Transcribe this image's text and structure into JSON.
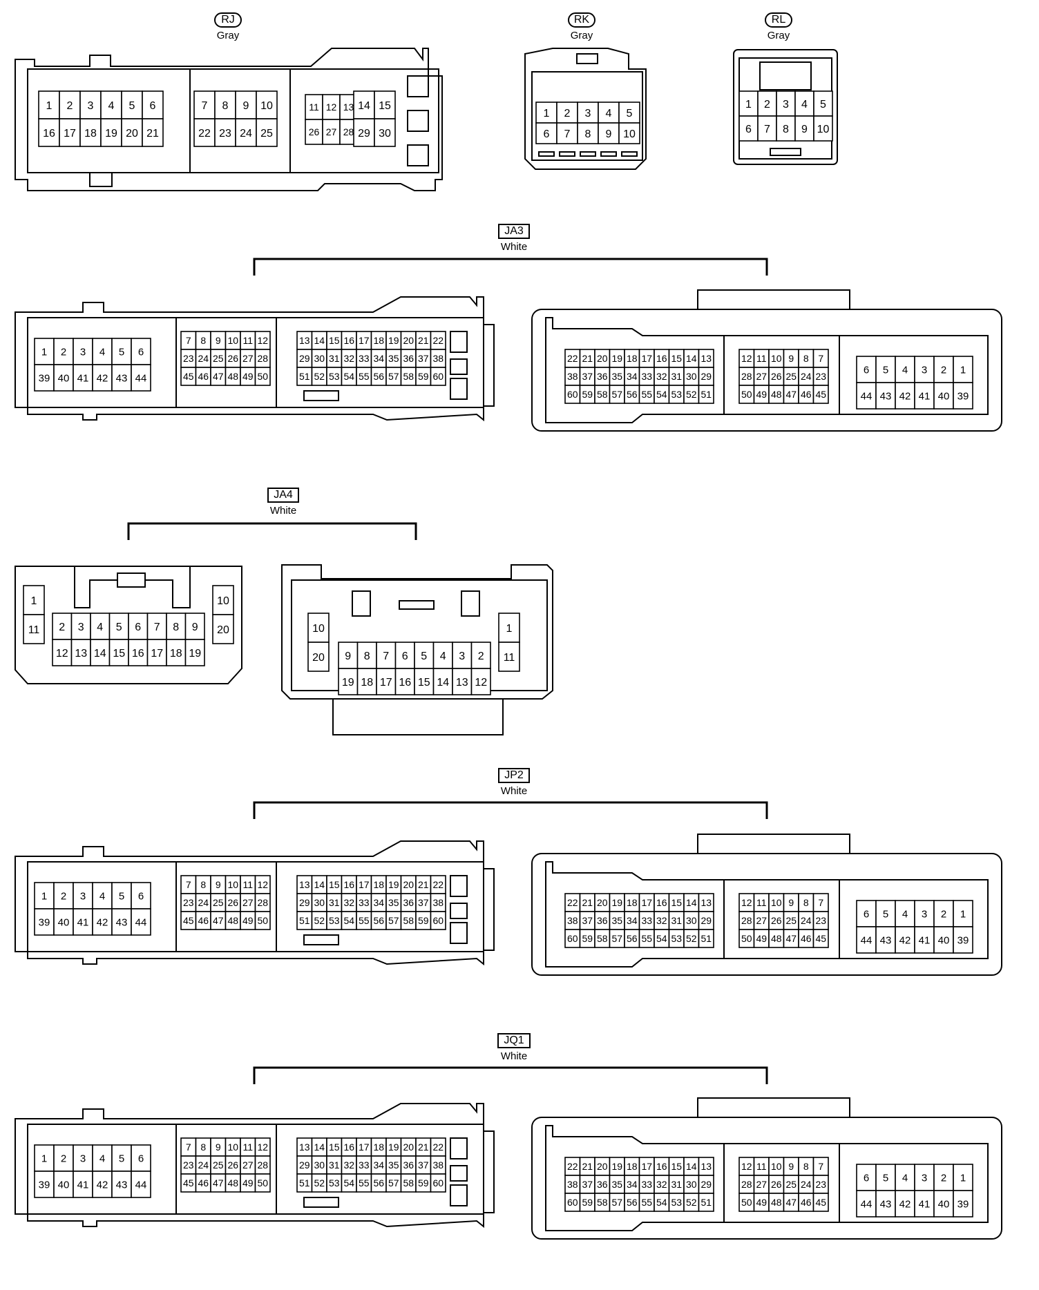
{
  "connectors": [
    {
      "id": "rj",
      "code": "RJ",
      "color": "Gray",
      "round": true
    },
    {
      "id": "rk",
      "code": "RK",
      "color": "Gray",
      "round": true
    },
    {
      "id": "rl",
      "code": "RL",
      "color": "Gray",
      "round": true
    },
    {
      "id": "ja3",
      "code": "JA3",
      "color": "White",
      "round": false
    },
    {
      "id": "ja4",
      "code": "JA4",
      "color": "White",
      "round": false
    },
    {
      "id": "jp2",
      "code": "JP2",
      "color": "White",
      "round": false
    },
    {
      "id": "jq1",
      "code": "JQ1",
      "color": "White",
      "round": false
    }
  ],
  "pin_groups": {
    "rj_a": [
      [
        "1",
        "2",
        "3",
        "4",
        "5",
        "6"
      ],
      [
        "16",
        "17",
        "18",
        "19",
        "20",
        "21"
      ]
    ],
    "rj_b": [
      [
        "7",
        "8",
        "9",
        "10"
      ],
      [
        "22",
        "23",
        "24",
        "25"
      ]
    ],
    "rj_c": [
      [
        "11",
        "12",
        "13"
      ],
      [
        "26",
        "27",
        "28"
      ]
    ],
    "rj_d": [
      [
        "14",
        "15"
      ],
      [
        "29",
        "30"
      ]
    ],
    "rk": [
      [
        "1",
        "2",
        "3",
        "4",
        "5"
      ],
      [
        "6",
        "7",
        "8",
        "9",
        "10"
      ]
    ],
    "rl": [
      [
        "1",
        "2",
        "3",
        "4",
        "5"
      ],
      [
        "6",
        "7",
        "8",
        "9",
        "10"
      ]
    ],
    "male_a": [
      [
        "1",
        "2",
        "3",
        "4",
        "5",
        "6"
      ],
      [
        "39",
        "40",
        "41",
        "42",
        "43",
        "44"
      ]
    ],
    "male_b": [
      [
        "7",
        "8",
        "9",
        "10",
        "11",
        "12"
      ],
      [
        "23",
        "24",
        "25",
        "26",
        "27",
        "28"
      ],
      [
        "45",
        "46",
        "47",
        "48",
        "49",
        "50"
      ]
    ],
    "male_c": [
      [
        "13",
        "14",
        "15",
        "16",
        "17",
        "18",
        "19",
        "20",
        "21",
        "22"
      ],
      [
        "29",
        "30",
        "31",
        "32",
        "33",
        "34",
        "35",
        "36",
        "37",
        "38"
      ],
      [
        "51",
        "52",
        "53",
        "54",
        "55",
        "56",
        "57",
        "58",
        "59",
        "60"
      ]
    ],
    "female_a": [
      [
        "22",
        "21",
        "20",
        "19",
        "18",
        "17",
        "16",
        "15",
        "14",
        "13"
      ],
      [
        "38",
        "37",
        "36",
        "35",
        "34",
        "33",
        "32",
        "31",
        "30",
        "29"
      ],
      [
        "60",
        "59",
        "58",
        "57",
        "56",
        "55",
        "54",
        "53",
        "52",
        "51"
      ]
    ],
    "female_b": [
      [
        "12",
        "11",
        "10",
        "9",
        "8",
        "7"
      ],
      [
        "28",
        "27",
        "26",
        "25",
        "24",
        "23"
      ],
      [
        "50",
        "49",
        "48",
        "47",
        "46",
        "45"
      ]
    ],
    "female_c": [
      [
        "6",
        "5",
        "4",
        "3",
        "2",
        "1"
      ],
      [
        "44",
        "43",
        "42",
        "41",
        "40",
        "39"
      ]
    ],
    "ja4_left_side": [
      [
        "1"
      ],
      [
        "11"
      ]
    ],
    "ja4_left_main": [
      [
        "2",
        "3",
        "4",
        "5",
        "6",
        "7",
        "8",
        "9"
      ],
      [
        "12",
        "13",
        "14",
        "15",
        "16",
        "17",
        "18",
        "19"
      ]
    ],
    "ja4_left_right": [
      [
        "10"
      ],
      [
        "20"
      ]
    ],
    "ja4_right_left": [
      [
        "10"
      ],
      [
        "20"
      ]
    ],
    "ja4_right_main": [
      [
        "9",
        "8",
        "7",
        "6",
        "5",
        "4",
        "3",
        "2"
      ],
      [
        "19",
        "18",
        "17",
        "16",
        "15",
        "14",
        "13",
        "12"
      ]
    ],
    "ja4_right_side": [
      [
        "1"
      ],
      [
        "11"
      ]
    ]
  }
}
